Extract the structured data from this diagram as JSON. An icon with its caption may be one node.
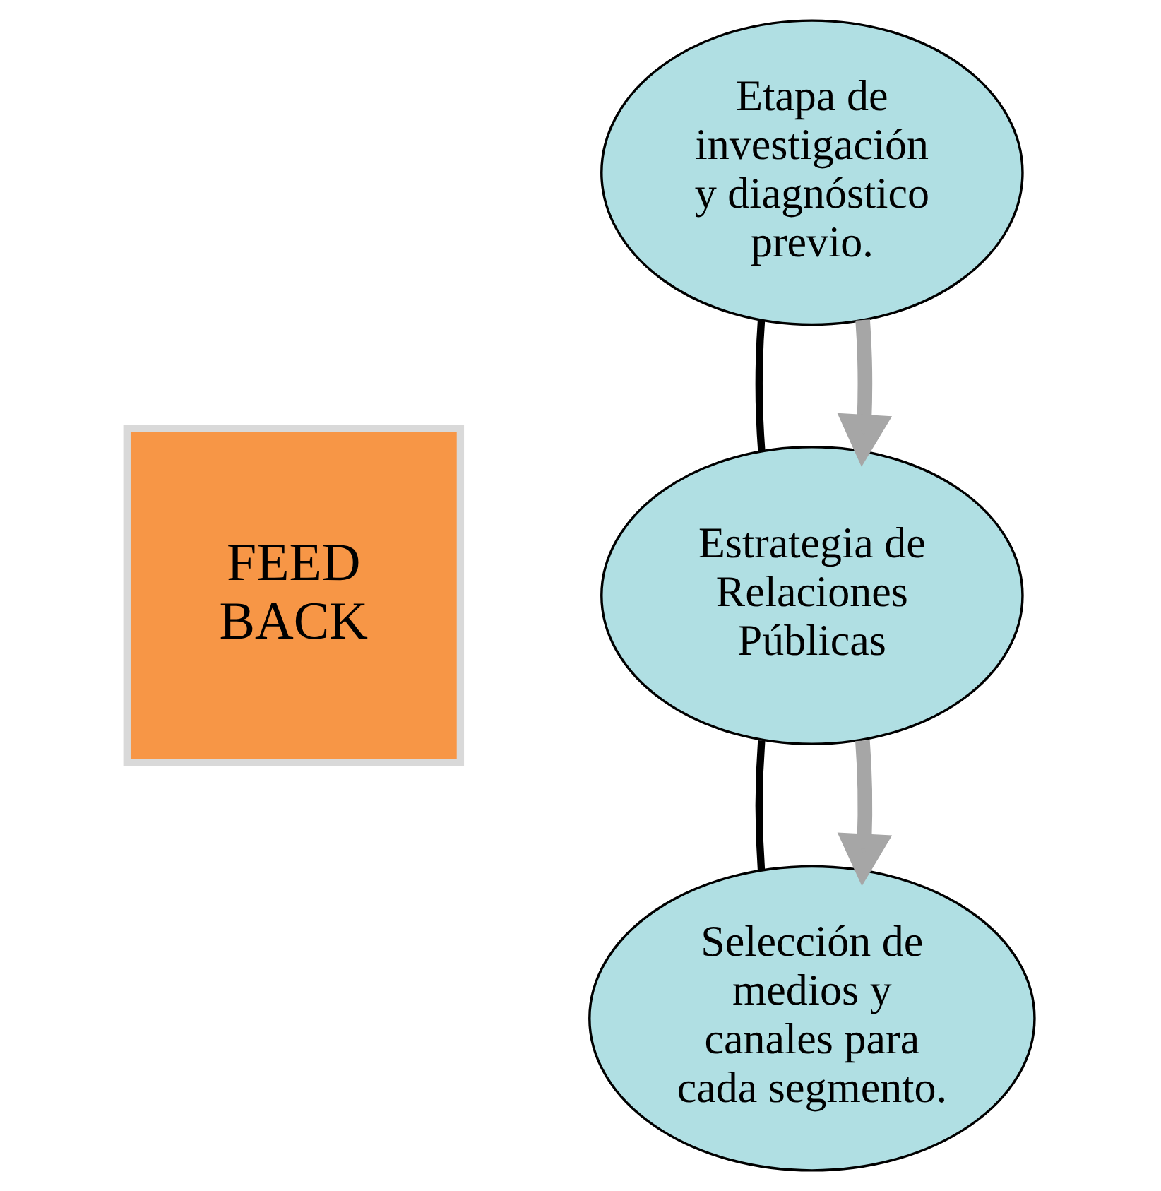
{
  "diagram": {
    "nodes": [
      {
        "text": [
          "FEED BACK"
        ]
      },
      {
        "text": [
          "Etapa de investigación y diagnóstico previo."
        ]
      },
      {
        "text": [
          "Estrategia de Relaciones Públicas"
        ]
      },
      {
        "text": [
          "Selección de medios y canales para cada segmento."
        ]
      }
    ],
    "edges": [
      {
        "from": 1,
        "to": 2,
        "arrow": "none"
      },
      {
        "from": 2,
        "to": 3,
        "arrow": "none"
      },
      {
        "from": 1,
        "to": 2,
        "arrow": "to",
        "style": "thick",
        "color": "#a6a6a6"
      },
      {
        "from": 2,
        "to": 3,
        "arrow": "to",
        "style": "thick",
        "color": "#a6a6a6"
      }
    ]
  }
}
